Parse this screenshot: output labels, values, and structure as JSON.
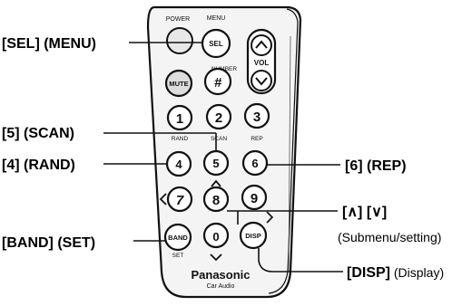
{
  "remote": {
    "top_labels": {
      "power": "POWER",
      "menu": "MENU",
      "number": "NUMBER",
      "vol": "VOL"
    },
    "buttons": {
      "sel": "SEL",
      "mute": "MUTE",
      "hash": "#",
      "one": "1",
      "two": "2",
      "three": "3",
      "four": "4",
      "five": "5",
      "six": "6",
      "seven": "7",
      "eight": "8",
      "nine": "9",
      "band": "BAND",
      "zero": "0",
      "disp": "DISP"
    },
    "small_labels": {
      "rand": "RAND",
      "scan": "SCAN",
      "rep": "REP",
      "set": "SET"
    },
    "brand": "Panasonic",
    "subbrand": "Car Audio"
  },
  "callouts": {
    "sel_menu": "[SEL] (MENU)",
    "scan": "[5] (SCAN)",
    "rand": "[4] (RAND)",
    "band_set": "[BAND] (SET)",
    "rep": "[6] (REP)",
    "updown_bold": "[∧] [∨]",
    "updown_sub": "(Submenu/setting)",
    "disp_bold": "[DISP]",
    "disp_sub": " (Display)"
  }
}
